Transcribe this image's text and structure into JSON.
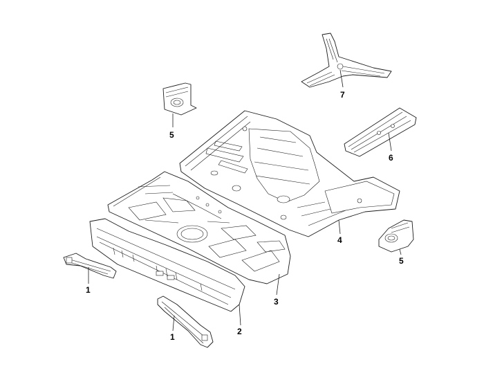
{
  "callouts": {
    "c1a": "1",
    "c1b": "1",
    "c2": "2",
    "c3": "3",
    "c4": "4",
    "c5a": "5",
    "c5b": "5",
    "c6": "6",
    "c7": "7"
  }
}
